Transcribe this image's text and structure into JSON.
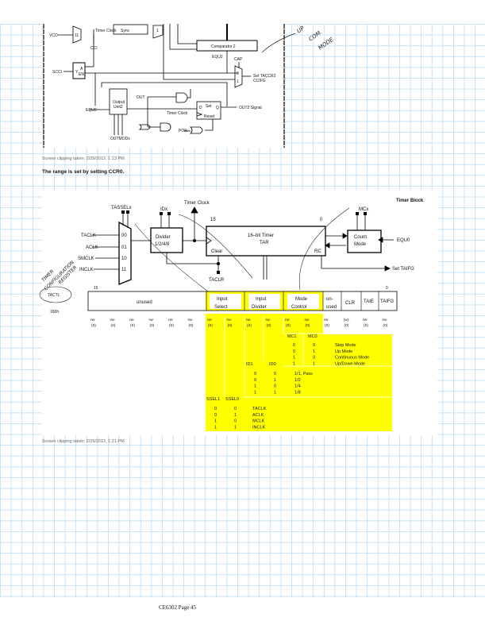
{
  "clip1": {
    "labels": {
      "vcc": "VCC",
      "mux_in": "11",
      "timer_clock": "Timer Clock",
      "sync": "Sync",
      "one": "1",
      "cci": "CCI",
      "comparator": "Comparator 2",
      "equ2": "EQU2",
      "cap": "CAP",
      "mux0": "0",
      "mux1": "1",
      "set_taccr2": "Set TACCR2",
      "ccifg": "CCIFG",
      "scci": "SCCI",
      "y": "Y",
      "a": "A",
      "en": "EN",
      "output_unit": "Output",
      "output_unit2": "Unit2",
      "equ0": "EQU0",
      "out": "OUT",
      "d": "D",
      "set": "Set",
      "q": "Q",
      "timer_clock2": "Timer Clock",
      "reset": "Reset",
      "out2": "OUT2 Signal",
      "por": "POR",
      "outmod": "OUTMODx"
    },
    "handwriting": [
      "UP",
      "COM.",
      "MODE"
    ],
    "caption": "Screen clipping taken: 2/29/2012, 1:13 PM"
  },
  "note": "The range is set by setting CCR0.",
  "clip2": {
    "title": "Timer Block",
    "tasselx": "TASSELx",
    "idx": "IDx",
    "timer_clock": "Timer Clock",
    "mcx": "MCx",
    "inputs": [
      {
        "name": "TACLK",
        "code": "00"
      },
      {
        "name": "ACLK",
        "code": "01"
      },
      {
        "name": "SMCLK",
        "code": "10"
      },
      {
        "name": "INCLK",
        "code": "11"
      }
    ],
    "divider": [
      "Divider",
      "1/2/4/8"
    ],
    "timer": {
      "bit_hi": "15",
      "bit_lo": "0",
      "name": "16–bit Timer",
      "reg": "TAR",
      "clear": "Clear",
      "rc": "RC"
    },
    "count_mode": [
      "Count",
      "Mode"
    ],
    "equ0": "EQU0",
    "set_taifg": "Set TAIFG",
    "taclr": "TACLR",
    "register": {
      "bit_hi": "15",
      "bit_lo": "0",
      "address": "160h",
      "name": "TACTL",
      "fields": [
        [
          "unused"
        ],
        [
          "Input",
          "Select"
        ],
        [
          "Input",
          "Divider"
        ],
        [
          "Mode",
          "Control"
        ],
        [
          "un-",
          "used"
        ],
        [
          "CLR"
        ],
        [
          "TAIE"
        ],
        [
          "TAIFG"
        ]
      ],
      "access": [
        "rw-",
        "rw-",
        "rw-",
        "rw-",
        "rw-",
        "rw-",
        "rw-",
        "rw-",
        "rw-",
        "rw-",
        "rw-",
        "rw-",
        "rw-",
        "(w)-",
        "rw-",
        "rw-"
      ],
      "reset": "(0)"
    },
    "mc_table": {
      "headers": [
        "MC1",
        "MC0"
      ],
      "rows": [
        [
          "0",
          "0",
          "Stop Mode"
        ],
        [
          "0",
          "1",
          "Up Mode"
        ],
        [
          "1",
          "0",
          "Continuous Mode"
        ],
        [
          "1",
          "1",
          "Up/Down Mode"
        ]
      ]
    },
    "id_table": {
      "headers": [
        "ID1",
        "ID0"
      ],
      "rows": [
        [
          "0",
          "0",
          "1/1, Pass"
        ],
        [
          "0",
          "1",
          "1/2"
        ],
        [
          "1",
          "0",
          "1/4"
        ],
        [
          "1",
          "1",
          "1/8"
        ]
      ]
    },
    "ssel_table": {
      "headers": [
        "SSEL1",
        "SSEL0"
      ],
      "rows": [
        [
          "0",
          "0",
          "TACLK"
        ],
        [
          "0",
          "1",
          "ACLK"
        ],
        [
          "1",
          "0",
          "MCLK"
        ],
        [
          "1",
          "1",
          "INCLK"
        ]
      ]
    },
    "handwriting": [
      "TIMER",
      "CONFIGURATION",
      "REGISTER"
    ],
    "caption": "Screen clipping taken: 2/29/2012, 1:21 PM"
  },
  "footer": "CE6302 Page 45",
  "colors": {
    "grid": "#c4e2f6",
    "highlight": "#ffff00"
  }
}
